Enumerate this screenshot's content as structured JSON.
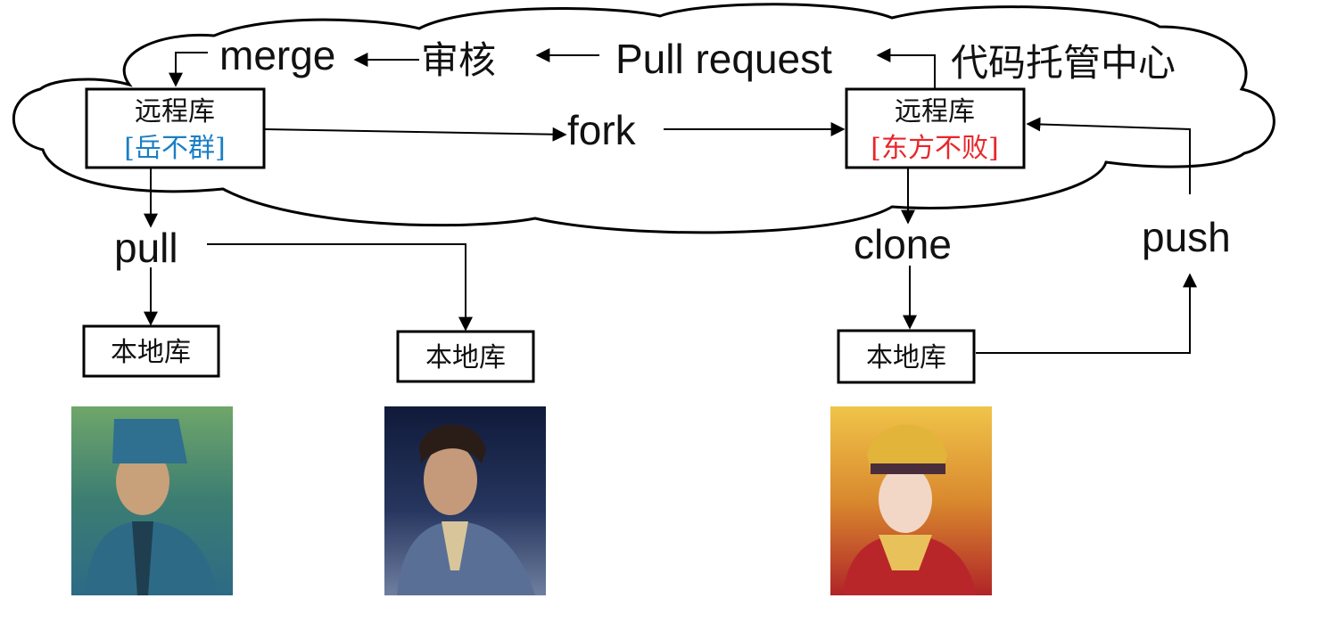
{
  "cloud": {
    "label": "代码托管中心"
  },
  "flow_labels": {
    "merge": "merge",
    "review": "审核",
    "pull_request": "Pull request",
    "fork": "fork",
    "pull": "pull",
    "clone": "clone",
    "push": "push"
  },
  "repos": {
    "remote_left": {
      "title": "远程库",
      "owner": "[岳不群]",
      "owner_color": "#1a7fc4"
    },
    "remote_right": {
      "title": "远程库",
      "owner": "[东方不败]",
      "owner_color": "#e8262a"
    },
    "local_1": {
      "title": "本地库"
    },
    "local_2": {
      "title": "本地库"
    },
    "local_3": {
      "title": "本地库"
    }
  },
  "portraits": [
    {
      "name": "portrait-left",
      "colors": [
        "#4f8a5a",
        "#2f6f8f",
        "#c8a07a"
      ]
    },
    {
      "name": "portrait-middle",
      "colors": [
        "#1b2a52",
        "#5a6f96",
        "#c49a7a"
      ]
    },
    {
      "name": "portrait-right",
      "colors": [
        "#e2b43a",
        "#b8262a",
        "#f2d7c6"
      ]
    }
  ]
}
